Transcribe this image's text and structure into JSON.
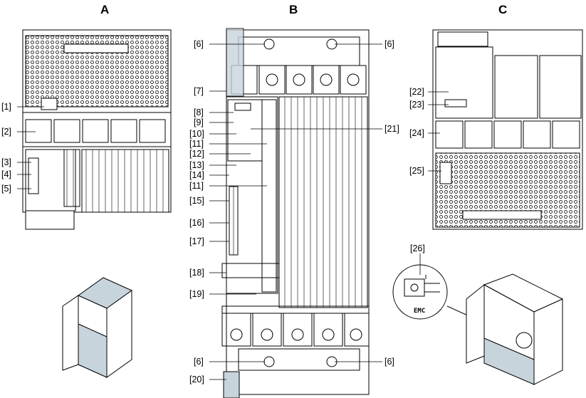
{
  "sections": {
    "a": "A",
    "b": "B",
    "c": "C"
  },
  "callouts_a": [
    "[1]",
    "[2]",
    "[3]",
    "[4]",
    "[5]"
  ],
  "callouts_b": [
    "[6]",
    "[6]",
    "[7]",
    "[8]",
    "[9]",
    "[10]",
    "[11]",
    "[12]",
    "[13]",
    "[14]",
    "[11]",
    "[15]",
    "[16]",
    "[17]",
    "[18]",
    "[19]",
    "[6]",
    "[6]",
    "[20]",
    "[21]"
  ],
  "callouts_c": [
    "[22]",
    "[23]",
    "[24]",
    "[25]",
    "[26]"
  ],
  "emc_label": "EMC",
  "colors": {
    "line": "#000000",
    "highlight": "#c8d4dc",
    "housing": "#ffffff"
  }
}
